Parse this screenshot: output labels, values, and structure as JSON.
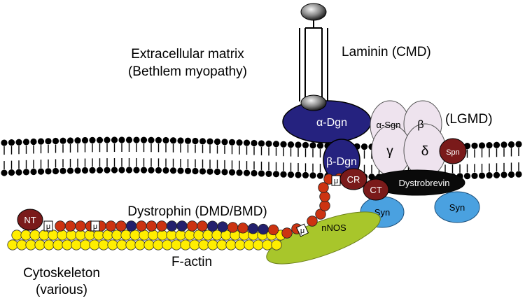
{
  "labels": {
    "ecm_line1": "Extracellular matrix",
    "ecm_line2": "(Bethlem myopathy)",
    "laminin": "Laminin (CMD)",
    "lgmd": "(LGMD)",
    "dystrophin": "Dystrophin (DMD/BMD)",
    "factin": "F-actin",
    "cyto_line1": "Cytoskeleton",
    "cyto_line2": "(various)"
  },
  "proteins": {
    "alpha_dgn": "α-Dgn",
    "beta_dgn": "β-Dgn",
    "alpha_sgn": "α-Sgn",
    "beta_sgn": "β",
    "gamma_sgn": "γ",
    "delta_sgn": "δ",
    "spn": "Spn",
    "cr": "CR",
    "ct": "CT",
    "nt": "NT",
    "dystrobrevin": "Dystrobrevin",
    "syn": "Syn",
    "nnos": "nNOS",
    "mu": "μ"
  },
  "colors": {
    "dgn_blue": "#25227f",
    "sgn_pink": "#eee3ee",
    "dark_red": "#7a1a1a",
    "syn_blue": "#4aa1e0",
    "nnos_green": "#a8c62b",
    "actin_yellow": "#ffee00",
    "dystrophin_red": "#cc3311",
    "dystrophin_navy": "#23206e"
  }
}
